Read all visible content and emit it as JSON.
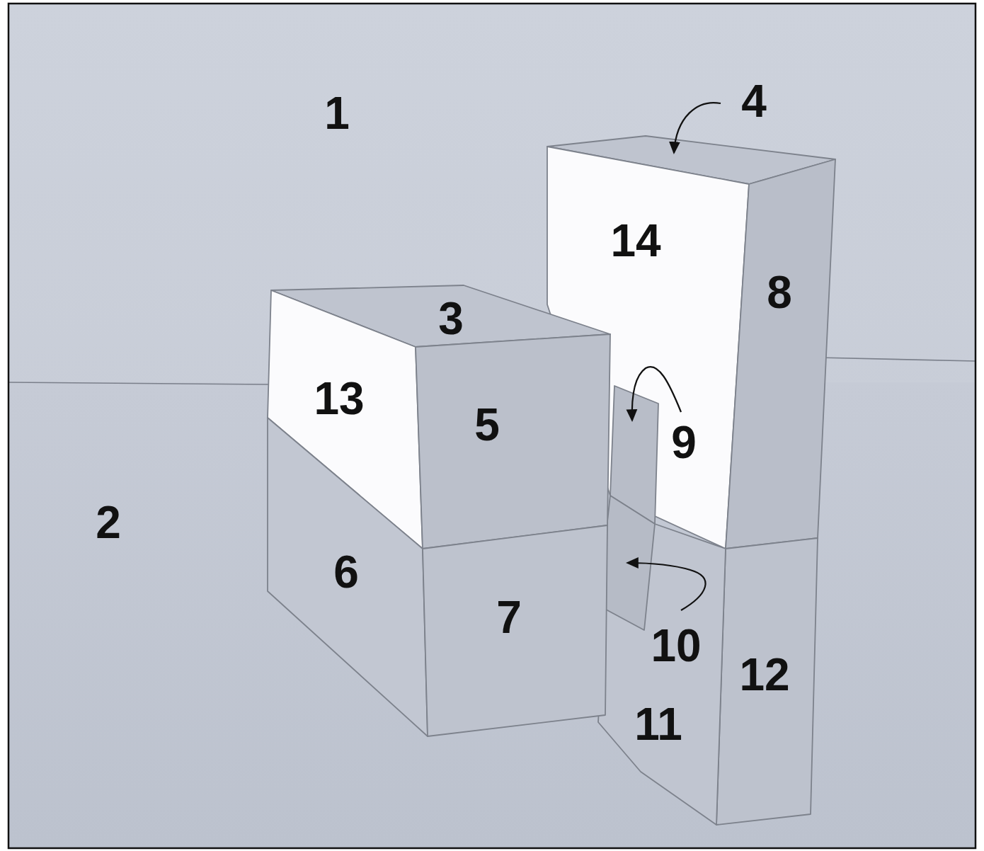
{
  "diagram": {
    "labels": [
      "1",
      "4",
      "14",
      "3",
      "8",
      "13",
      "5",
      "9",
      "2",
      "6",
      "7",
      "10",
      "12",
      "11"
    ]
  }
}
